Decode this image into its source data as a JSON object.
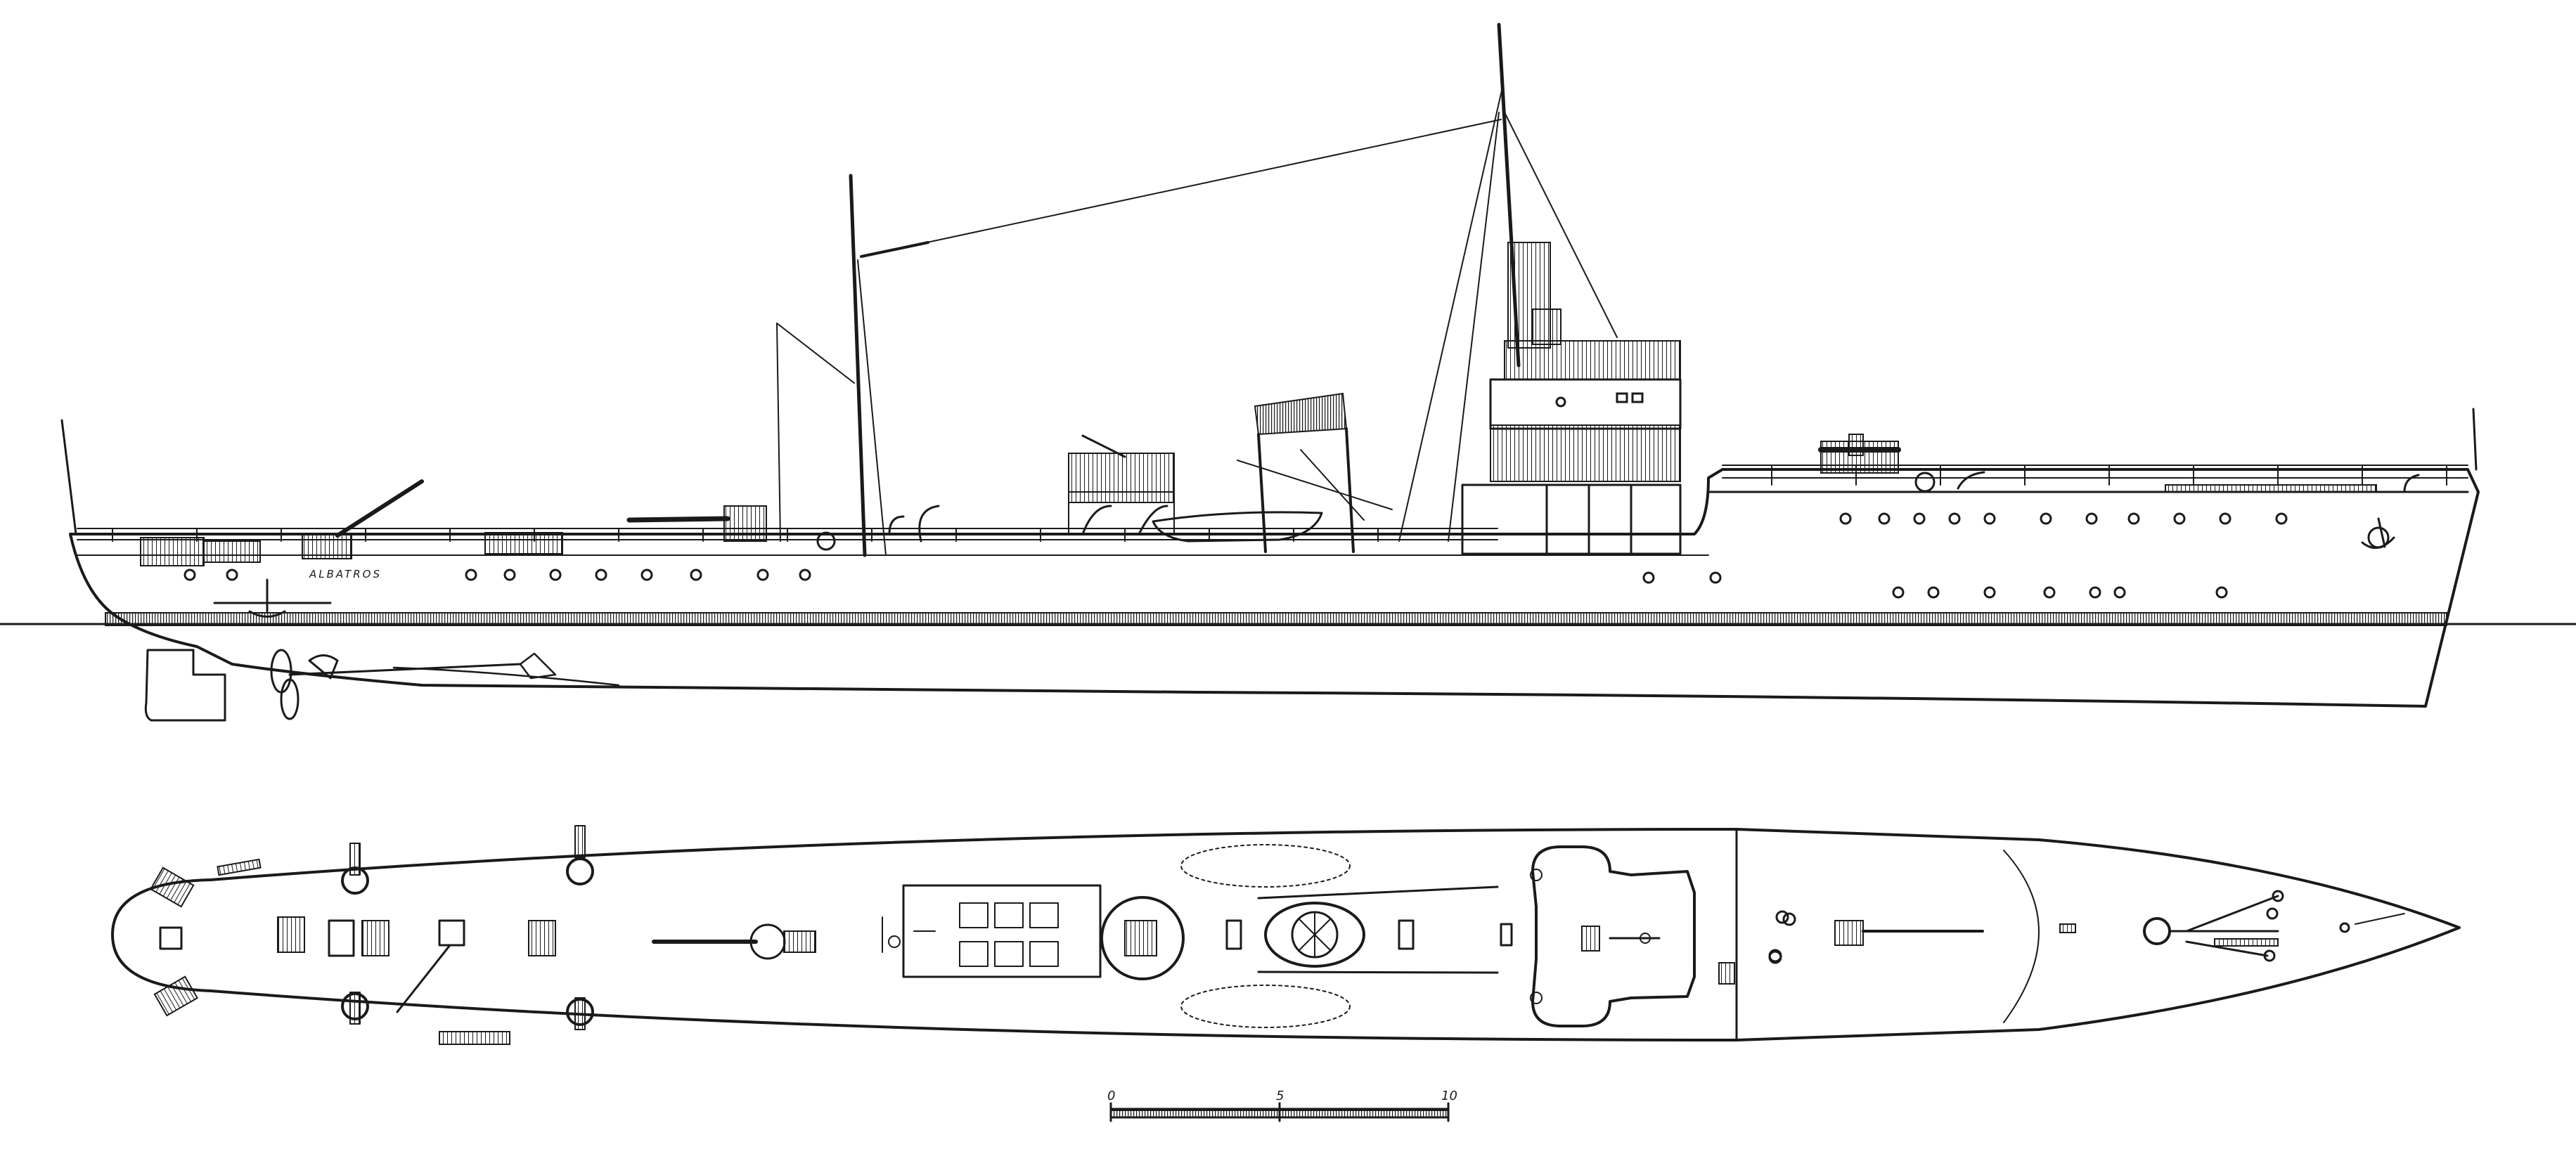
{
  "drawing": {
    "hull_name": "ALBATROS",
    "colors": {
      "ink": "#1a1a1a",
      "paper": "#ffffff"
    }
  },
  "scale_bar": {
    "ticks": [
      "0",
      "5",
      "10"
    ]
  }
}
